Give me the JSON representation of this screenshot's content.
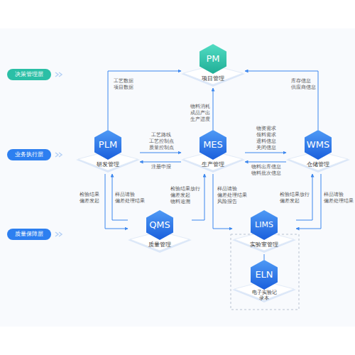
{
  "diagram": {
    "nodes": [
      {
        "text": [
          "PM",
          "项目管理"
        ]
      },
      {
        "text": [
          "PLM",
          "研发管理"
        ]
      },
      {
        "text": [
          "MES",
          "生产管理"
        ]
      },
      {
        "text": [
          "WMS",
          "仓储管理"
        ]
      },
      {
        "text": [
          "QMS",
          "质量管理"
        ]
      },
      {
        "text": [
          "LIMS",
          "实验室管理"
        ]
      },
      {
        "text": [
          "ELN",
          "电子实验记录本"
        ]
      }
    ],
    "edges": [
      {
        "from": 1,
        "to": 0,
        "label": "工艺数据 项目数据",
        "arrow": "to"
      },
      {
        "from": 3,
        "to": 0,
        "label": "库存信息 供应商信息",
        "arrow": "to"
      },
      {
        "from": 2,
        "to": 0,
        "label": "物料消耗 成品产出 生产进度",
        "arrow": "to"
      },
      {
        "from": 1,
        "to": 2,
        "label": "工艺路线 工艺控制点 质量控制点",
        "arrow": "to"
      },
      {
        "from": 2,
        "to": 1,
        "label": "注册申报",
        "arrow": "to"
      },
      {
        "from": 2,
        "to": 3,
        "label": "物资需求 领料需求 退料信息 关闭信息",
        "arrow": "to"
      },
      {
        "from": 3,
        "to": 2,
        "label": "物料出库信息 物料批次信息",
        "arrow": "to"
      },
      {
        "from": 1,
        "to": 4,
        "label": "检验结果 偏差发起",
        "arrow": "to"
      },
      {
        "from": 4,
        "to": 1,
        "label": "样品请验 偏差处理结果",
        "arrow": "to"
      },
      {
        "from": 4,
        "to": 2,
        "label": "检验结果放行 偏差发起 物料追溯",
        "arrow": "to"
      },
      {
        "from": 2,
        "to": 5,
        "label": "样品请验 偏差处理结果 风险报告",
        "arrow": "to"
      },
      {
        "from": 5,
        "to": 3,
        "label": "检验结果放行 偏差发起",
        "arrow": "to"
      },
      {
        "from": 3,
        "to": 5,
        "label": "样品请验 偏差处理结果",
        "arrow": "to"
      },
      {
        "from": 5,
        "to": 6,
        "arrow": "none"
      }
    ],
    "labels": [
      "决策管理层",
      "业务执行层",
      "质量保障层"
    ]
  }
}
